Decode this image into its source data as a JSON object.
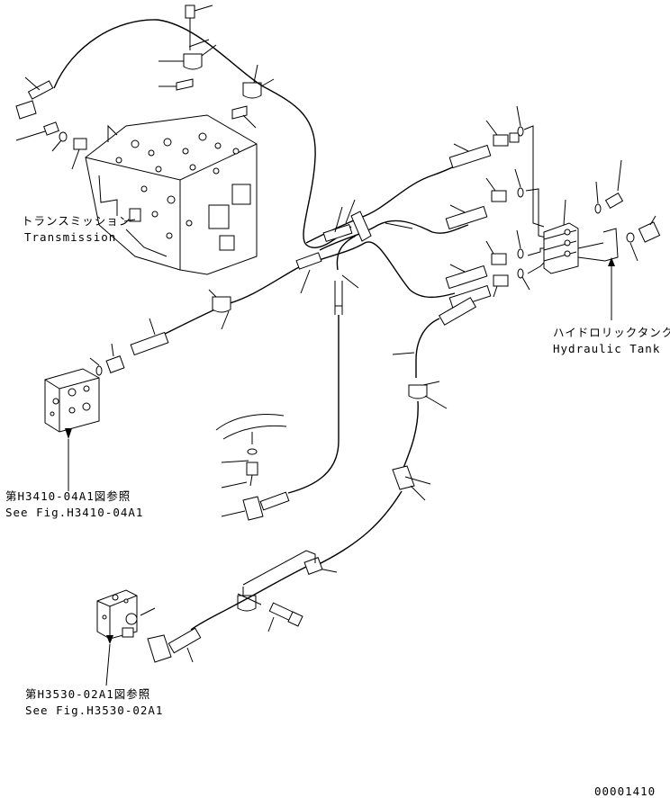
{
  "labels": {
    "transmission_jp": "トランスミッション",
    "transmission_en": "Transmission",
    "hydraulic_tank_jp": "ハイドロリックタンク",
    "hydraulic_tank_en": "Hydraulic Tank",
    "ref_h3410_jp": "第H3410-04A1図参照",
    "ref_h3410_en": "See Fig.H3410-04A1",
    "ref_h3530_jp": "第H3530-02A1図参照",
    "ref_h3530_en": "See Fig.H3530-02A1",
    "drawing_number": "00001410"
  }
}
